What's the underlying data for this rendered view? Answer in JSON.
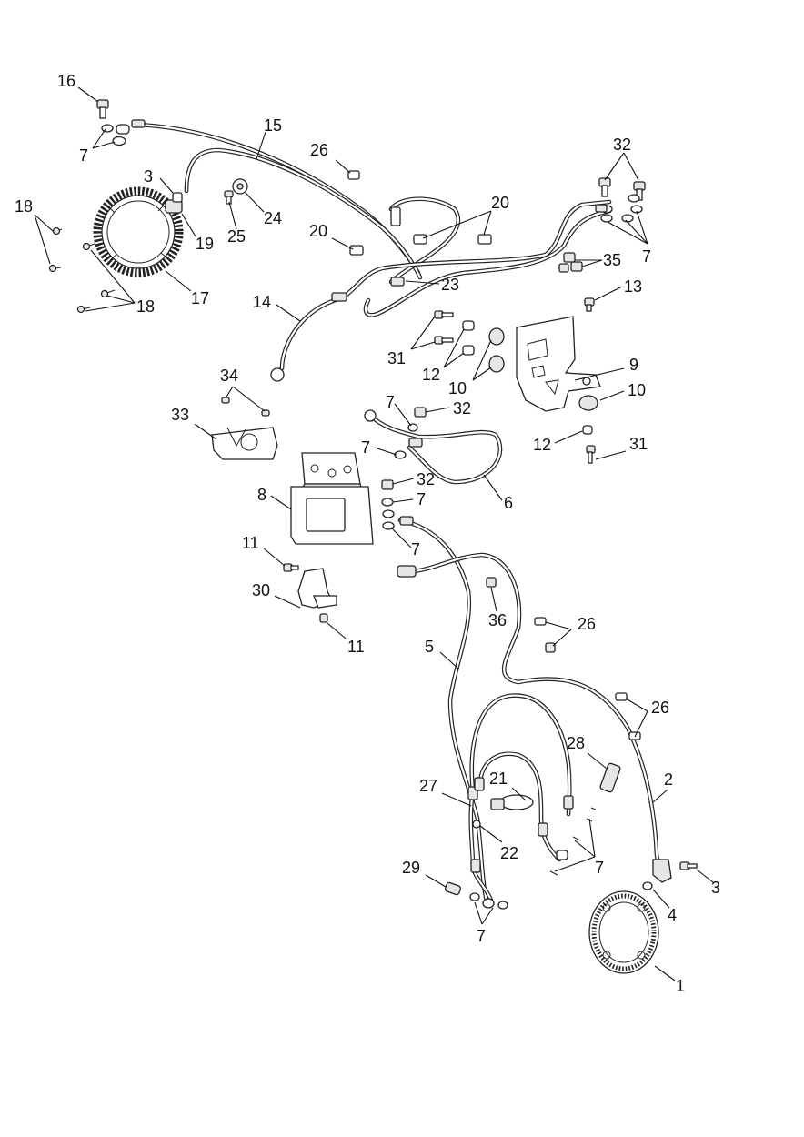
{
  "diagram": {
    "callouts": [
      {
        "id": "c16",
        "text": "16"
      },
      {
        "id": "c7a",
        "text": "7"
      },
      {
        "id": "c15",
        "text": "15"
      },
      {
        "id": "c26a",
        "text": "26"
      },
      {
        "id": "c32a",
        "text": "32"
      },
      {
        "id": "c3a",
        "text": "3"
      },
      {
        "id": "c18a",
        "text": "18"
      },
      {
        "id": "c24",
        "text": "24"
      },
      {
        "id": "c25",
        "text": "25"
      },
      {
        "id": "c19",
        "text": "19"
      },
      {
        "id": "c20a",
        "text": "20"
      },
      {
        "id": "c20b",
        "text": "20"
      },
      {
        "id": "c7b",
        "text": "7"
      },
      {
        "id": "c35",
        "text": "35"
      },
      {
        "id": "c17",
        "text": "17"
      },
      {
        "id": "c18b",
        "text": "18"
      },
      {
        "id": "c14",
        "text": "14"
      },
      {
        "id": "c23",
        "text": "23"
      },
      {
        "id": "c13",
        "text": "13"
      },
      {
        "id": "c31a",
        "text": "31"
      },
      {
        "id": "c12a",
        "text": "12"
      },
      {
        "id": "c10a",
        "text": "10"
      },
      {
        "id": "c9",
        "text": "9"
      },
      {
        "id": "c10b",
        "text": "10"
      },
      {
        "id": "c34",
        "text": "34"
      },
      {
        "id": "c7c",
        "text": "7"
      },
      {
        "id": "c32b",
        "text": "32"
      },
      {
        "id": "c33",
        "text": "33"
      },
      {
        "id": "c7d",
        "text": "7"
      },
      {
        "id": "c12b",
        "text": "12"
      },
      {
        "id": "c31b",
        "text": "31"
      },
      {
        "id": "c32c",
        "text": "32"
      },
      {
        "id": "c8",
        "text": "8"
      },
      {
        "id": "c7e",
        "text": "7"
      },
      {
        "id": "c6",
        "text": "6"
      },
      {
        "id": "c7f",
        "text": "7"
      },
      {
        "id": "c11a",
        "text": "11"
      },
      {
        "id": "c30",
        "text": "30"
      },
      {
        "id": "c36",
        "text": "36"
      },
      {
        "id": "c26b",
        "text": "26"
      },
      {
        "id": "c11b",
        "text": "11"
      },
      {
        "id": "c5",
        "text": "5"
      },
      {
        "id": "c26c",
        "text": "26"
      },
      {
        "id": "c28",
        "text": "28"
      },
      {
        "id": "c2",
        "text": "2"
      },
      {
        "id": "c21",
        "text": "21"
      },
      {
        "id": "c27",
        "text": "27"
      },
      {
        "id": "c22",
        "text": "22"
      },
      {
        "id": "c7g",
        "text": "7"
      },
      {
        "id": "c29",
        "text": "29"
      },
      {
        "id": "c3b",
        "text": "3"
      },
      {
        "id": "c4",
        "text": "4"
      },
      {
        "id": "c7h",
        "text": "7"
      },
      {
        "id": "c1",
        "text": "1"
      }
    ]
  }
}
